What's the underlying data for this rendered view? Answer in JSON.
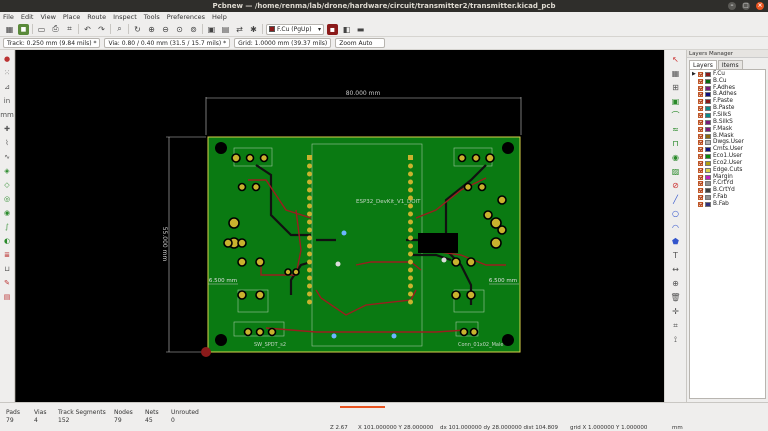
{
  "window": {
    "title": "Pcbnew — /home/renma/lab/drone/hardware/circuit/transmitter2/transmitter.kicad_pcb"
  },
  "menu": [
    "File",
    "Edit",
    "View",
    "Place",
    "Route",
    "Inspect",
    "Tools",
    "Preferences",
    "Help"
  ],
  "toolbar": {
    "layer_select": "F.Cu (PgUp)",
    "layer_color": "#8b1a1a"
  },
  "options": {
    "track": "Track: 0.250 mm (9.84 mils) *",
    "via": "Via: 0.80 / 0.40 mm (31.5 / 15.7 mils) *",
    "grid": "Grid: 1.0000 mm (39.37 mils)",
    "zoom": "Zoom Auto"
  },
  "board": {
    "dim_width": "80.000 mm",
    "dim_height": "55.000 mm",
    "dim_left_small": "6.500 mm",
    "dim_right_small": "6.500 mm",
    "module_label": "ESP32_DevKit_V1_DOIT",
    "switch_label": "SW_SPDT_s2",
    "label_bottom_right": "Conn_01x02_Male",
    "colors": {
      "board": "#0a7a12",
      "copper_front": "#8b1a1a",
      "copper_back": "#0a5a10",
      "edge": "#d8d24a",
      "pad": "#c9b22e",
      "silk": "#c6d6c6"
    }
  },
  "layers_manager": {
    "title": "Layers Manager",
    "tabs": [
      "Layers",
      "Items"
    ],
    "layers": [
      {
        "name": "F.Cu",
        "color": "#8b1a1a"
      },
      {
        "name": "B.Cu",
        "color": "#0a6a10"
      },
      {
        "name": "F.Adhes",
        "color": "#7a1a7a"
      },
      {
        "name": "B.Adhes",
        "color": "#101080"
      },
      {
        "name": "F.Paste",
        "color": "#8b1a1a"
      },
      {
        "name": "B.Paste",
        "color": "#0a8a8a"
      },
      {
        "name": "F.SilkS",
        "color": "#0a8a8a"
      },
      {
        "name": "B.SilkS",
        "color": "#7a1a7a"
      },
      {
        "name": "F.Mask",
        "color": "#7a1a7a"
      },
      {
        "name": "B.Mask",
        "color": "#8b6a10"
      },
      {
        "name": "Dwgs.User",
        "color": "#b0b0b0"
      },
      {
        "name": "Cmts.User",
        "color": "#101080"
      },
      {
        "name": "Eco1.User",
        "color": "#0a8a0a"
      },
      {
        "name": "Eco2.User",
        "color": "#b0a010"
      },
      {
        "name": "Edge.Cuts",
        "color": "#d8d24a"
      },
      {
        "name": "Margin",
        "color": "#c020c0"
      },
      {
        "name": "F.CrtYd",
        "color": "#909090"
      },
      {
        "name": "B.CrtYd",
        "color": "#404040"
      },
      {
        "name": "F.Fab",
        "color": "#909090"
      },
      {
        "name": "B.Fab",
        "color": "#303080"
      }
    ]
  },
  "status": {
    "pads_label": "Pads",
    "pads": "79",
    "vias_label": "Vias",
    "vias": "4",
    "tracks_label": "Track Segments",
    "tracks": "152",
    "nodes_label": "Nodes",
    "nodes": "79",
    "nets_label": "Nets",
    "nets": "45",
    "unrouted_label": "Unrouted",
    "unrouted": "0",
    "zoom": "Z 2.67",
    "xy": "X 101.000000  Y 28.000000",
    "delta": "dx 101.000000  dy 28.000000  dist 104.809",
    "grid": "grid X 1.000000  Y 1.000000",
    "units": "mm"
  }
}
